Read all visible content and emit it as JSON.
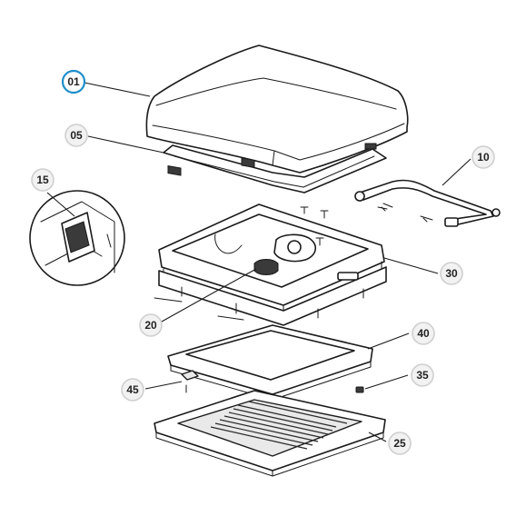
{
  "callouts": [
    {
      "id": "01",
      "label": "01",
      "highlighted": true
    },
    {
      "id": "05",
      "label": "05",
      "highlighted": false
    },
    {
      "id": "10",
      "label": "10",
      "highlighted": false
    },
    {
      "id": "15",
      "label": "15",
      "highlighted": false
    },
    {
      "id": "20",
      "label": "20",
      "highlighted": false
    },
    {
      "id": "25",
      "label": "25",
      "highlighted": false
    },
    {
      "id": "30",
      "label": "30",
      "highlighted": false
    },
    {
      "id": "35",
      "label": "35",
      "highlighted": false
    },
    {
      "id": "40",
      "label": "40",
      "highlighted": false
    },
    {
      "id": "45",
      "label": "45",
      "highlighted": false
    }
  ],
  "colors": {
    "highlight_ring": "#1e8ec9",
    "callout_ring": "#cfcfcf",
    "line": "#1a1a1a"
  }
}
